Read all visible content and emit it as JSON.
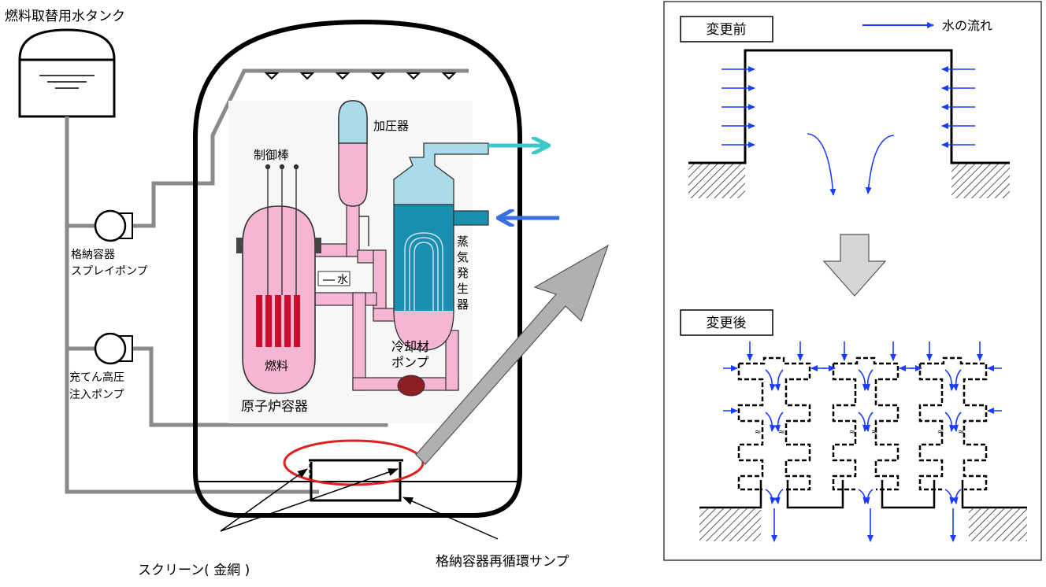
{
  "labels": {
    "fuel_tank": "燃料取替用水タンク",
    "spray_pump_line1": "格納容器",
    "spray_pump_line2": "スプレイポンプ",
    "charging_pump_line1": "充てん高圧",
    "charging_pump_line2": "注入ポンプ",
    "pressurizer": "加圧器",
    "control_rod": "制御棒",
    "water": "水",
    "steam_generator": [
      "蒸",
      "気",
      "発",
      "生",
      "器"
    ],
    "coolant_pump_line1": "冷却材",
    "coolant_pump_line2": "ポンプ",
    "fuel": "燃料",
    "reactor_vessel": "原子炉容器",
    "screen": "スクリーン( 金網 )",
    "sump": "格納容器再循環サンプ"
  },
  "panel": {
    "before_label": "変更前",
    "after_label": "変更後",
    "legend_label": "水の流れ"
  },
  "colors": {
    "pipe_gray": "#8a8a8a",
    "reactor_pink": "#f4b6d3",
    "steam_blue": "#a9dbe8",
    "sg_water": "#1a8fb0",
    "fuel_red": "#c8102e",
    "flow_blue": "#1a3cff",
    "screen_ring": "#e02020",
    "cyan_arrow": "#3cc8c8",
    "blue_arrow": "#3a6fe0"
  }
}
